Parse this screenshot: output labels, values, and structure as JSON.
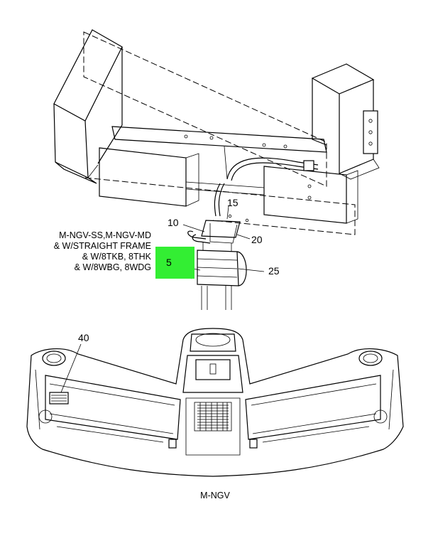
{
  "callouts": {
    "c15": "15",
    "c10": "10",
    "c20": "20",
    "c5": "5",
    "c25": "25",
    "c40": "40"
  },
  "note": {
    "line1": "M-NGV-SS,M-NGV-MD",
    "line2": "& W/STRAIGHT FRAME",
    "line3": "& W/8TKB, 8THK",
    "line4": "& W/8WBG, 8WDG"
  },
  "caption": "M-NGV",
  "colors": {
    "highlight": "#33ee33",
    "line": "#000000"
  }
}
